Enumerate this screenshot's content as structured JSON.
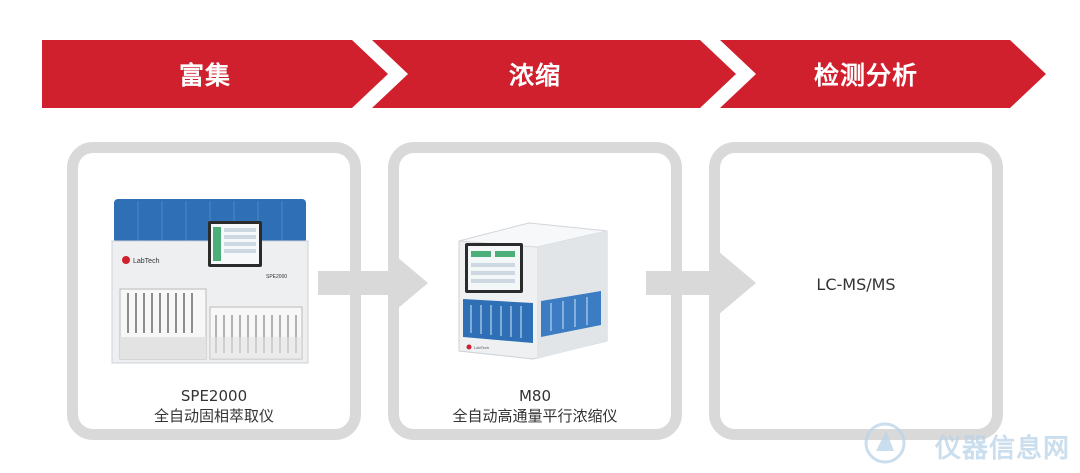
{
  "steps": [
    {
      "label": "富集"
    },
    {
      "label": "浓缩"
    },
    {
      "label": "检测分析"
    }
  ],
  "instruments": [
    {
      "model": "SPE2000",
      "name": "全自动固相萃取仪",
      "brand": "LabTech",
      "screen_label": "SPE2000"
    },
    {
      "model": "M80",
      "name": "全自动高通量平行浓缩仪",
      "brand": "LabTech"
    },
    {
      "model": "LC-MS/MS"
    }
  ],
  "watermark": {
    "text": "仪器信息网"
  },
  "colors": {
    "banner": "#d0202e",
    "panel_border": "#d9d9d9",
    "arrow": "#d9d9d9",
    "device_blue": "#2f6fb6"
  }
}
